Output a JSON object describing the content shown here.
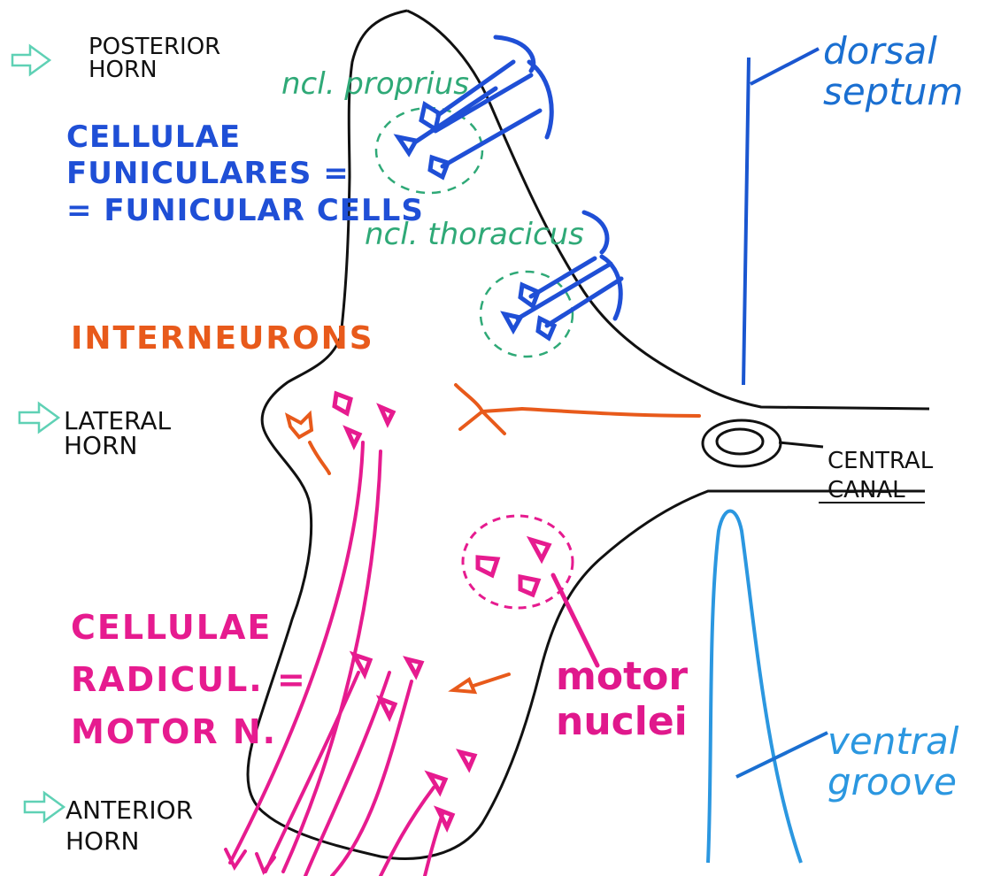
{
  "labels": {
    "posterior_horn": "POSTERIOR\nHORN",
    "cellulae_funiculares": "CELLULAE\nFUNICULARES =\n= FUNICULAR CELLS",
    "ncl_proprius": "ncl. proprius",
    "ncl_thoracicus": "ncl. thoracicus",
    "interneurons": "INTERNEURONS",
    "lateral_horn": "LATERAL\nHORN",
    "cellulae_radicul": "CELLULAE\nRADICUL. =\nMOTOR N.",
    "motor_nuclei": "motor\nnuclei",
    "anterior_horn": "ANTERIOR\nHORN",
    "dorsal_septum": "dorsal\nseptum",
    "central_canal": "CENTRAL\nCANAL",
    "ventral_groove": "ventral\ngroove"
  },
  "colors": {
    "outline": "#111111",
    "funicular": "#1f4fd6",
    "nucleus_green": "#2fa977",
    "interneuron": "#e85a1b",
    "motor": "#e61b8f",
    "septum": "#1a56d0",
    "groove": "#2b97e0",
    "arrow": "#5fd1b5"
  },
  "icons": [
    "pointer-arrow-icon"
  ]
}
